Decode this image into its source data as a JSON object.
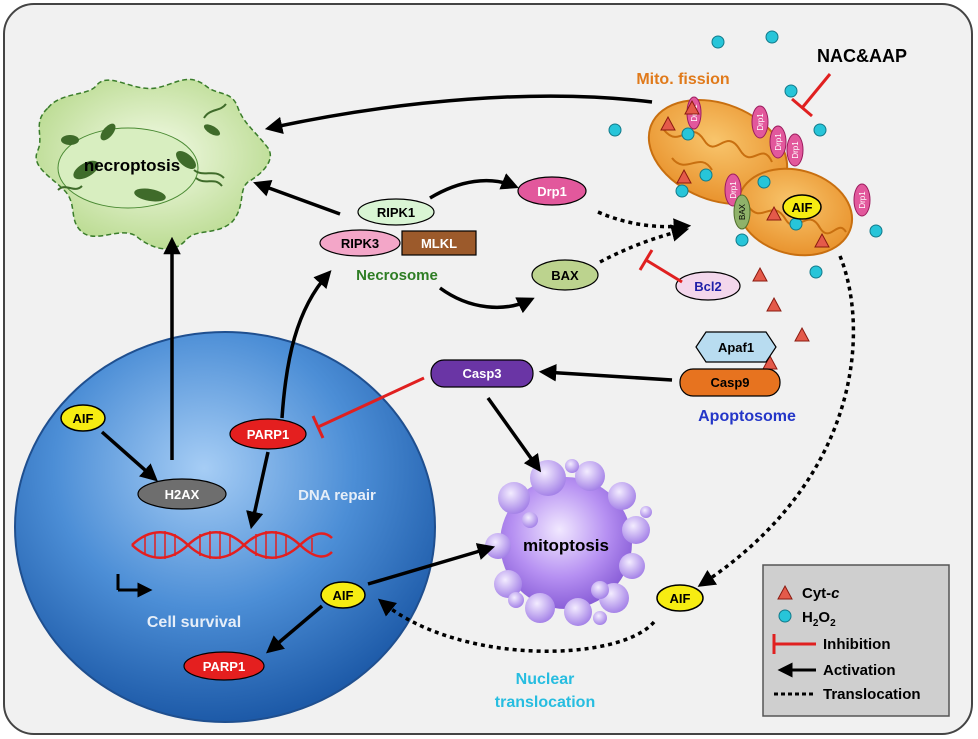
{
  "labels": {
    "necroptosis": "necroptosis",
    "mitoptosis": "mitoptosis",
    "necrosome": "Necrosome",
    "apoptosome": "Apoptosome",
    "mito_fission": "Mito. fission",
    "nac_aap": "NAC&AAP",
    "dna_repair": "DNA repair",
    "cell_survival": "Cell survival",
    "nuclear_translocation_1": "Nuclear",
    "nuclear_translocation_2": "translocation"
  },
  "nodes": {
    "ripk1": "RIPK1",
    "ripk3": "RIPK3",
    "mlkl": "MLKL",
    "drp1": "Drp1",
    "bax": "BAX",
    "bcl2": "Bcl2",
    "apaf1": "Apaf1",
    "casp9": "Casp9",
    "casp3": "Casp3",
    "parp1_top": "PARP1",
    "parp1_bottom": "PARP1",
    "h2ax": "H2AX",
    "aif_nucleus_top": "AIF",
    "aif_nucleus_mid": "AIF",
    "aif_cytosol": "AIF",
    "aif_mito": "AIF"
  },
  "mito_labels": {
    "drp1": "Drp1",
    "bax": "BAX"
  },
  "legend": {
    "cyt_c_prefix": "Cyt-",
    "cyt_c_italic": "c",
    "h2o2_base": "H",
    "h2o2_sub1": "2",
    "h2o2_mid": "O",
    "h2o2_sub2": "2",
    "inhibition": "Inhibition",
    "activation": "Activation",
    "translocation": "Translocation"
  },
  "colors": {
    "nucleus": "#3f7fd0",
    "necroptosis_cell": "#c9e3a0",
    "mitoptosis": "#b48ff0",
    "mitochondria": "#f2a640",
    "drp1": "#e2589c",
    "parp1": "#e41f1f",
    "aif": "#f6ec12",
    "casp3": "#6a35a5",
    "casp9": "#e7731f",
    "apaf1": "#b8dcf0",
    "bax": "#bcd38e",
    "bcl2": "#f3d7ec",
    "ripk1": "#d9f5d4",
    "ripk3": "#f3a6c8",
    "mlkl": "#9c5a2b",
    "h2ax": "#6e6e6e",
    "h2o2": "#27c5d9",
    "cyt_c": "#e45a4a",
    "inhibition": "#e02020",
    "necrosome_text": "#2e7d24",
    "apoptosome_text": "#2436c8",
    "mito_fission_text": "#e07a1b",
    "nuclear_text": "#27bde0"
  }
}
